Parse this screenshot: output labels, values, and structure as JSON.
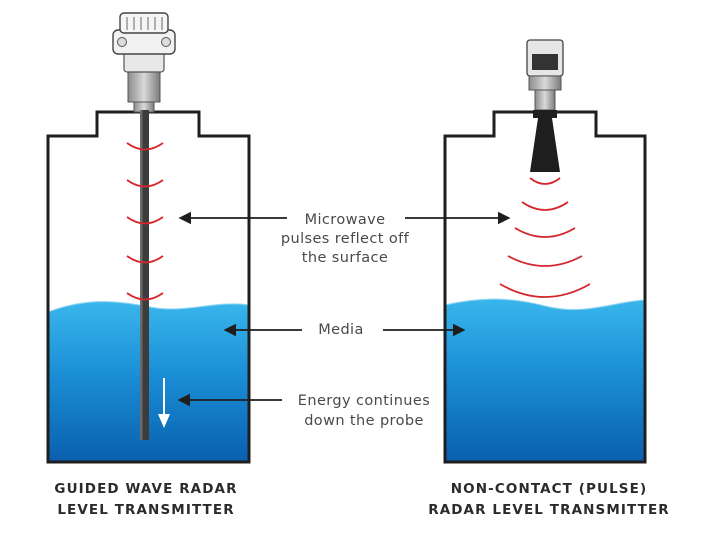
{
  "labels": {
    "microwave": [
      "Microwave",
      "pulses reflect off",
      "the surface"
    ],
    "media": "Media",
    "energy": [
      "Energy continues",
      "down the probe"
    ]
  },
  "captions": {
    "left": [
      "GUIDED WAVE RADAR",
      "LEVEL TRANSMITTER"
    ],
    "right": [
      "NON-CONTACT (PULSE)",
      "RADAR LEVEL TRANSMITTER"
    ]
  },
  "colors": {
    "outline": "#1e1e1e",
    "water_top": "#39b6ec",
    "water_bottom": "#0a5fae",
    "pulse": "#d6262c",
    "probe": "#3c3c3c",
    "label_text": "#4a4a4a"
  }
}
